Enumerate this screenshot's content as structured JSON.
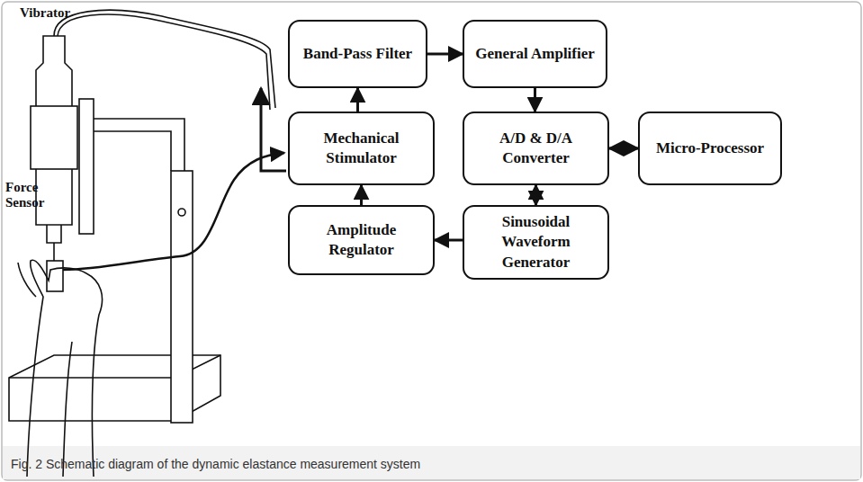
{
  "diagram": {
    "caption": "Fig. 2 Schematic diagram of the dynamic elastance measurement system",
    "nodes": [
      {
        "text": [
          "Band-Pass Filter"
        ]
      },
      {
        "text": [
          "General Amplifier"
        ]
      },
      {
        "text": [
          "Mechanical Stimulator"
        ]
      },
      {
        "text": [
          "A/D & D/A Converter"
        ]
      },
      {
        "text": [
          "Micro-Processor"
        ]
      },
      {
        "text": [
          "Amplitude Regulator"
        ]
      },
      {
        "text": [
          "Sinusoidal Waveform Generator"
        ]
      }
    ],
    "edges": [
      {
        "from": 2,
        "to": 0,
        "arrow": "to"
      },
      {
        "from": 0,
        "to": 1,
        "arrow": "to"
      },
      {
        "from": 1,
        "to": 3,
        "arrow": "to"
      },
      {
        "from": 3,
        "to": 4,
        "arrow": "both"
      },
      {
        "from": 3,
        "to": 6,
        "arrow": "both"
      },
      {
        "from": 6,
        "to": 5,
        "arrow": "to"
      },
      {
        "from": 5,
        "to": 2,
        "arrow": "to"
      }
    ],
    "labels": [
      "Vibrator",
      "Force Sensor"
    ]
  }
}
